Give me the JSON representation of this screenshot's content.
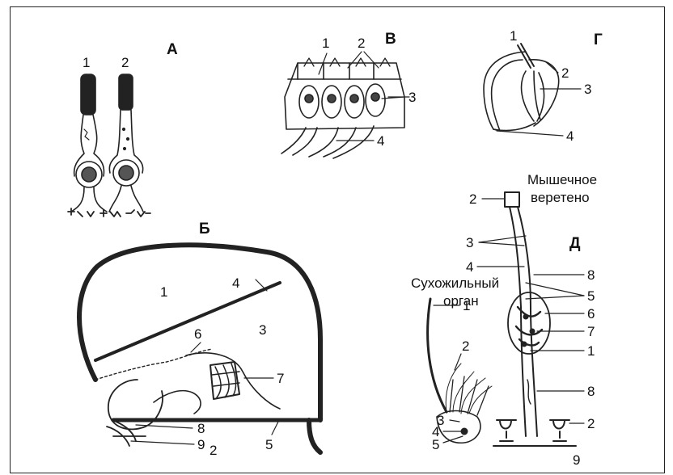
{
  "panels": {
    "A": "А",
    "B": "Б",
    "V": "В",
    "G": "Г",
    "D": "Д"
  },
  "captions": {
    "muscle_spindle_line1": "Мышечное",
    "muscle_spindle_line2": "веретено",
    "tendon_organ_line1": "Сухожильный",
    "tendon_organ_line2": "орган"
  },
  "labels": {
    "A1": "1",
    "A2": "2",
    "V1": "1",
    "V2": "2",
    "V3": "3",
    "V4": "4",
    "G1": "1",
    "G2": "2",
    "G3": "3",
    "G4": "4",
    "B1": "1",
    "B3": "3",
    "B4": "4",
    "B6": "6",
    "B7": "7",
    "B8": "8",
    "B9": "9",
    "B2": "2",
    "B5": "5",
    "D_sp2top": "2",
    "D_sp3": "3",
    "D_sp4": "4",
    "D_sp8a": "8",
    "D_sp5": "5",
    "D_sp6": "6",
    "D_sp7": "7",
    "D_sp1": "1",
    "D_sp8b": "8",
    "D_sp2bot": "2",
    "D_sp9": "9",
    "D_t1": "1",
    "D_t2": "2",
    "D_t3": "3",
    "D_t4": "4",
    "D_t5": "5"
  }
}
